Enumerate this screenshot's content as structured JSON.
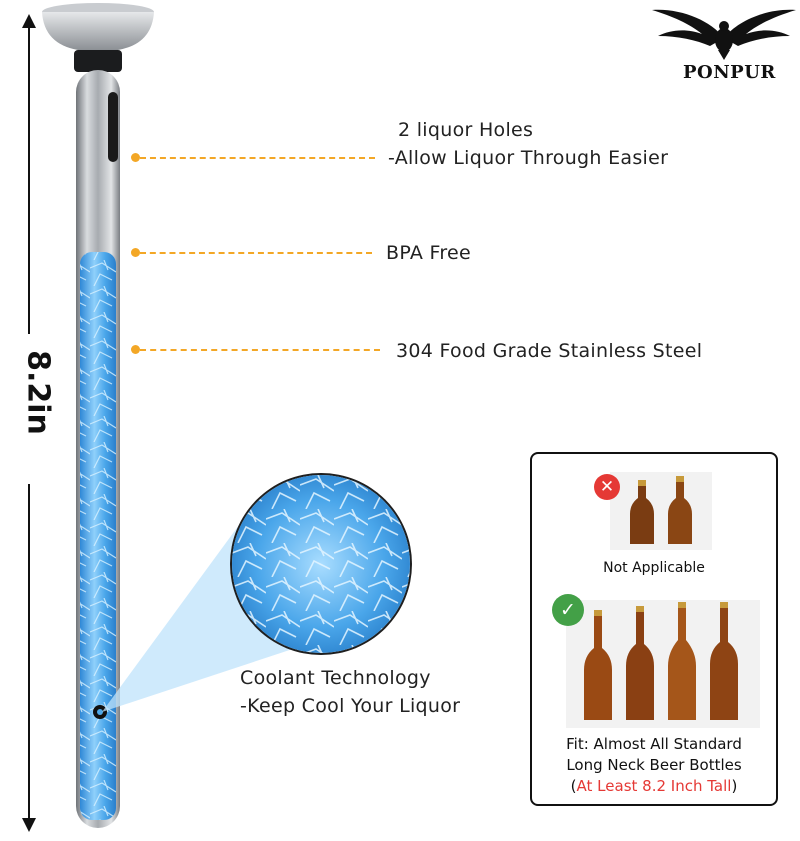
{
  "brand": {
    "name": "PONPUR"
  },
  "dimension": {
    "label": "8.2in"
  },
  "callouts": [
    {
      "lines": [
        "2 liquor Holes",
        "-Allow Liquor Through Easier"
      ]
    },
    {
      "lines": [
        "BPA Free"
      ]
    },
    {
      "lines": [
        "304 Food Grade Stainless Steel"
      ]
    },
    {
      "lines": [
        "Coolant Technology",
        "-Keep Cool Your Liquor"
      ]
    }
  ],
  "compatibility": {
    "not_applicable": "Not Applicable",
    "fit_line1": "Fit: Almost All Standard",
    "fit_line2": "Long Neck Beer Bottles",
    "fit_paren_open": "(",
    "fit_note": "At Least 8.2 Inch Tall",
    "fit_paren_close": ")"
  },
  "colors": {
    "accent": "#f3a726",
    "ok": "#43a047",
    "bad": "#e53935",
    "ice": "#4fa8e8"
  }
}
